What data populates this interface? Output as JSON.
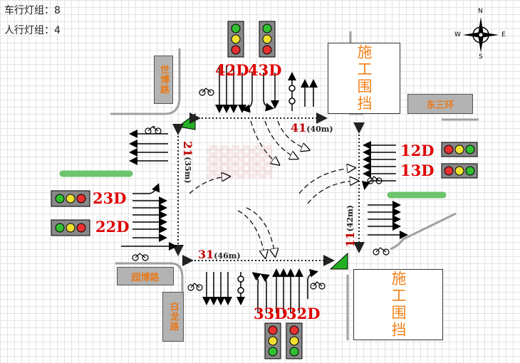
{
  "info": {
    "vehicle_groups": "车行灯组：8",
    "ped_groups": "人行灯组：4"
  },
  "compass": {
    "n": "N",
    "s": "S",
    "e": "E",
    "w": "W"
  },
  "roads": {
    "north": "世博路",
    "west": "园博路",
    "south": "白龙路",
    "east": "东三环"
  },
  "construction": {
    "ne": "施工围挡",
    "se": "施工围挡"
  },
  "phase_groups": {
    "g42": "42D",
    "g43": "43D",
    "g12": "12D",
    "g13": "13D",
    "g23": "23D",
    "g22": "22D",
    "g33": "33D",
    "g32": "32D"
  },
  "crosswalks": {
    "c41_num": "41",
    "c41_len": "(40m)",
    "c21_num": "21",
    "c21_len": "(35m)",
    "c31_num": "31",
    "c31_len": "(46m)",
    "c11_num": "11",
    "c11_len": "(42m)"
  },
  "signal_colors": {
    "red": "#e83030",
    "yellow": "#f0e030",
    "green": "#30c030",
    "island_green": "#6cc46c",
    "accent_red": "#e00000"
  }
}
